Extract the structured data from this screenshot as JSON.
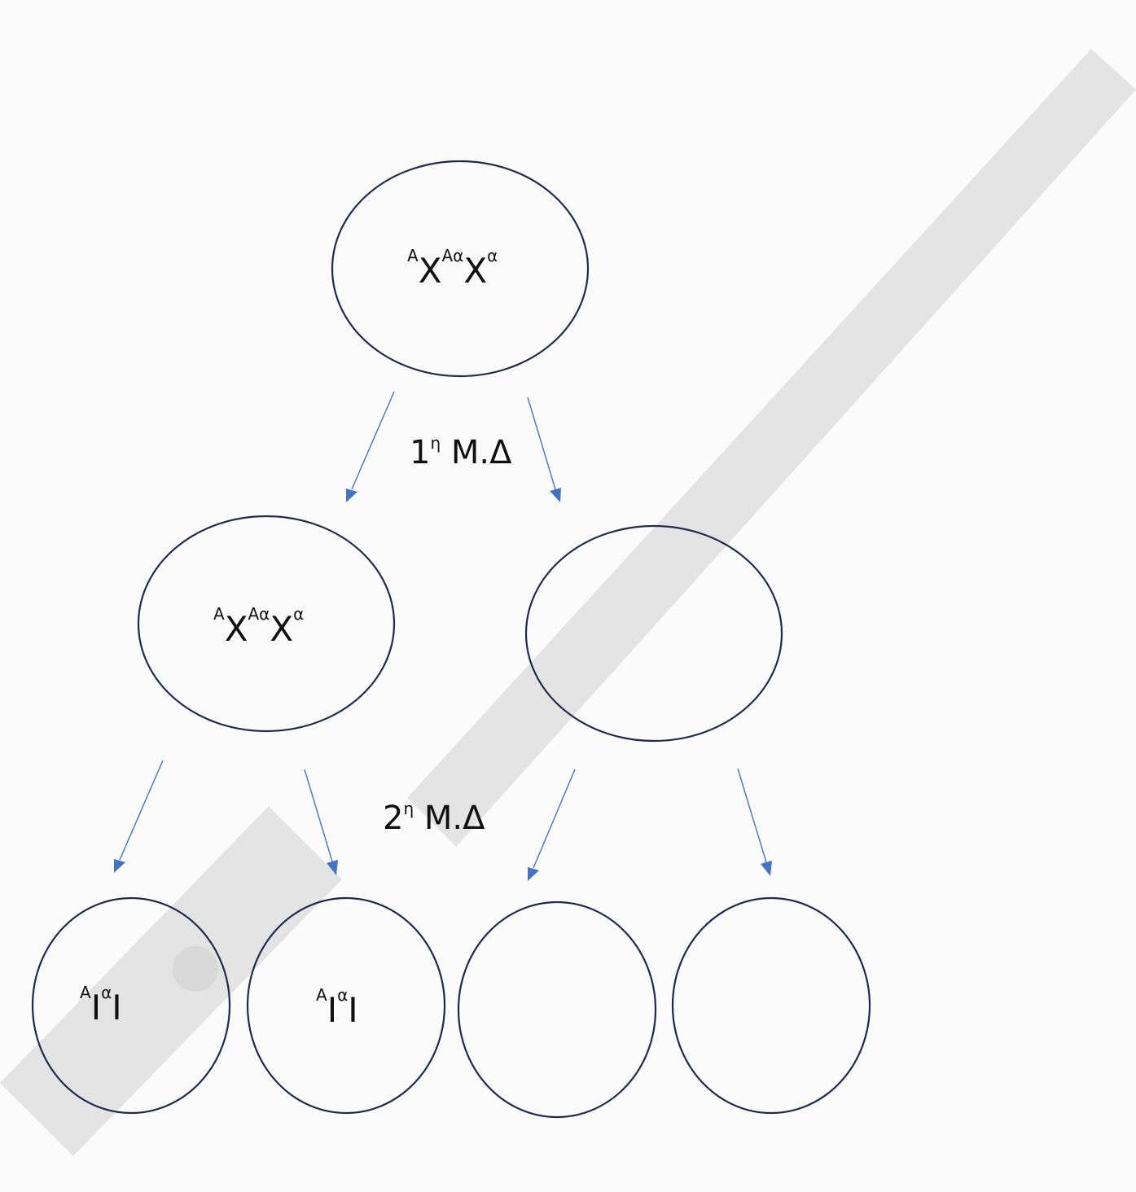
{
  "diagram": {
    "parent_cell": {
      "genotype": {
        "pre1": "A",
        "base1": "X",
        "pre2": "Aα",
        "base2": "X",
        "post": "α"
      }
    },
    "division_1": {
      "number": "1",
      "suffix": "η",
      "text": " Μ.Δ"
    },
    "division_2": {
      "number": "2",
      "suffix": "η",
      "text": " Μ.Δ"
    },
    "meiosis1_left": {
      "genotype": {
        "pre1": "A",
        "base1": "X",
        "pre2": "Aα",
        "base2": "X",
        "post": "α"
      }
    },
    "meiosis1_right": {
      "genotype": ""
    },
    "gamete_1": {
      "genotype": {
        "pre": "A",
        "base1": "I",
        "mid": "α",
        "base2": "I"
      }
    },
    "gamete_2": {
      "genotype": {
        "pre": "A",
        "base1": "I",
        "mid": "α",
        "base2": "I"
      }
    },
    "gamete_3": {
      "genotype": ""
    },
    "gamete_4": {
      "genotype": ""
    }
  },
  "colors": {
    "cell_outline": "#1f2a4e",
    "arrow": "#4472c4",
    "watermark": "#cfcfcf",
    "background": "#fbfbfb"
  }
}
